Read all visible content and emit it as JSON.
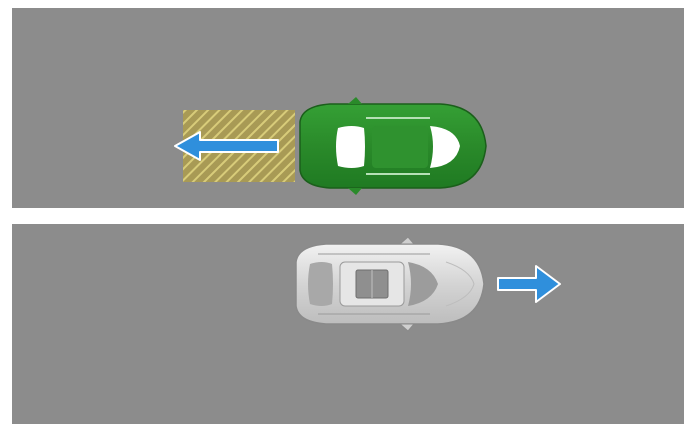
{
  "scene": {
    "colors": {
      "road": "#8c8c8c",
      "lane_divider": "#ffffff",
      "host_car": "#2e8b2e",
      "other_car": "#d9d9d9",
      "arrow": "#2f8fdc",
      "hatch_fill": "#a89a55",
      "hatch_stripe": "#d8cc7a"
    },
    "top_lane": {
      "vehicle": "green-car",
      "direction": "left",
      "free_space_marker": "hatched-zone"
    },
    "bottom_lane": {
      "vehicle": "white-car",
      "direction": "right"
    },
    "icons": [
      "arrow-left-icon",
      "arrow-right-icon",
      "car-icon"
    ]
  }
}
